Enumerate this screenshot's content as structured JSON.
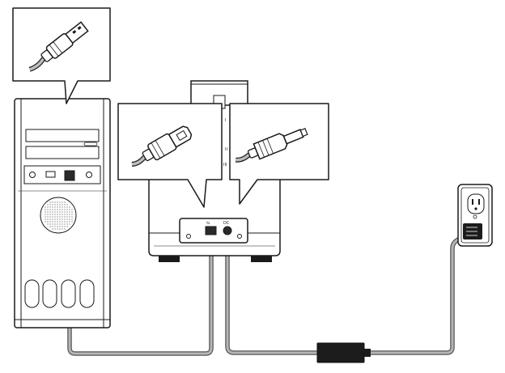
{
  "scanner": {
    "back_port_labels": [
      "⇆",
      "DC"
    ],
    "side_marks": [
      "I",
      "II",
      "III"
    ]
  },
  "callouts": {
    "usb_a": {
      "icon": "usb-a-plug-icon"
    },
    "usb_b": {
      "icon": "usb-b-plug-icon"
    },
    "dc_plug": {
      "icon": "dc-barrel-plug-icon"
    }
  },
  "components": {
    "computer": "computer-tower",
    "scanner": "scanner-device",
    "adapter": "power-adapter",
    "outlet": "wall-outlet"
  },
  "colors": {
    "outline": "#1a1a1a",
    "cable": "#9a9a9a",
    "cable_outline": "#555555",
    "fill": "#ffffff",
    "adapter": "#1c1c1c"
  }
}
